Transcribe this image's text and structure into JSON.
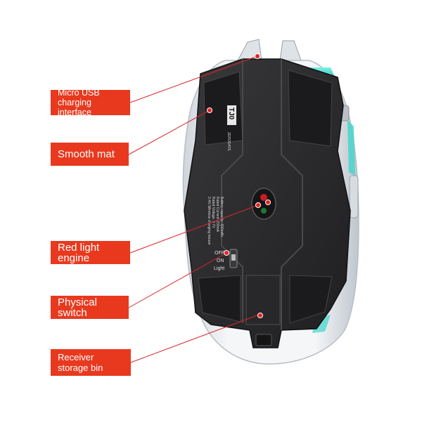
{
  "callouts": [
    {
      "id": "usb",
      "text": "Micro USB\ncharging interface"
    },
    {
      "id": "mat",
      "text": "Smooth mat"
    },
    {
      "id": "engine",
      "text": "Red light engine"
    },
    {
      "id": "switch",
      "text": "Physical switch"
    },
    {
      "id": "bin",
      "text": "Receiver\nstorage bin"
    }
  ],
  "mouse": {
    "model_badge": "TJ0",
    "brand_text": "ZERODATE",
    "spec_lines": [
      "2.4G Wireless charging mouse",
      "Rated Voltage: 3.7V",
      "Rated Current: 200mA",
      "Battery capacity: 600mAh"
    ],
    "switch_labels": [
      "OFF",
      "ON",
      "Light"
    ]
  },
  "colors": {
    "callout_fill": "#e8391f",
    "leader_line": "#d8262a",
    "marker_dot": "#e42424",
    "mouse_body": "#2b2b2d",
    "mouse_shell": "#e9ecef",
    "accent_glow": "#27d3c6"
  }
}
